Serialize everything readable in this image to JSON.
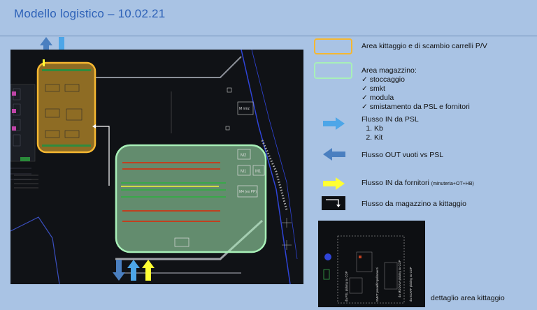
{
  "title": "Modello logistico – 10.02.21",
  "legend": {
    "kitting_area": "Area kittaggio e di scambio carrelli P/V",
    "warehouse_area_title": "Area magazzino:",
    "warehouse_items": [
      "stoccaggio",
      "smkt",
      "modula",
      "smistamento da PSL e fornitori"
    ],
    "flow_in_psl_title": "Flusso IN da PSL",
    "flow_in_psl_items": [
      "Kb",
      "Kit"
    ],
    "flow_out": "Flusso OUT vuoti vs PSL",
    "flow_in_suppliers": "Flusso IN da fornitori",
    "flow_in_suppliers_note": "(minuteria+OT+HB)",
    "flow_warehouse_kitting": "Flusso da magazzino a kittaggio",
    "detail_caption": "dettaglio area kittaggio"
  },
  "plan_labels": {
    "m_nm": "M nmz",
    "m2": "M2",
    "m1": "M1",
    "m1b": "M1",
    "m4": "M4 (ex PP)"
  },
  "detail_labels": {
    "l1": "da PSL picking su COP",
    "l2": "SMKT preselfimpollamenti",
    "l3": "da MODULA picking su COP",
    "l4": "da SCAFF picking su COP"
  },
  "colors": {
    "kitting_area": "#f5b731",
    "warehouse_area": "#a8f0b8",
    "flow_in": "#4da6e8",
    "flow_out": "#4a7fc0",
    "flow_suppliers": "#ffff33",
    "title": "#2e62b8"
  }
}
